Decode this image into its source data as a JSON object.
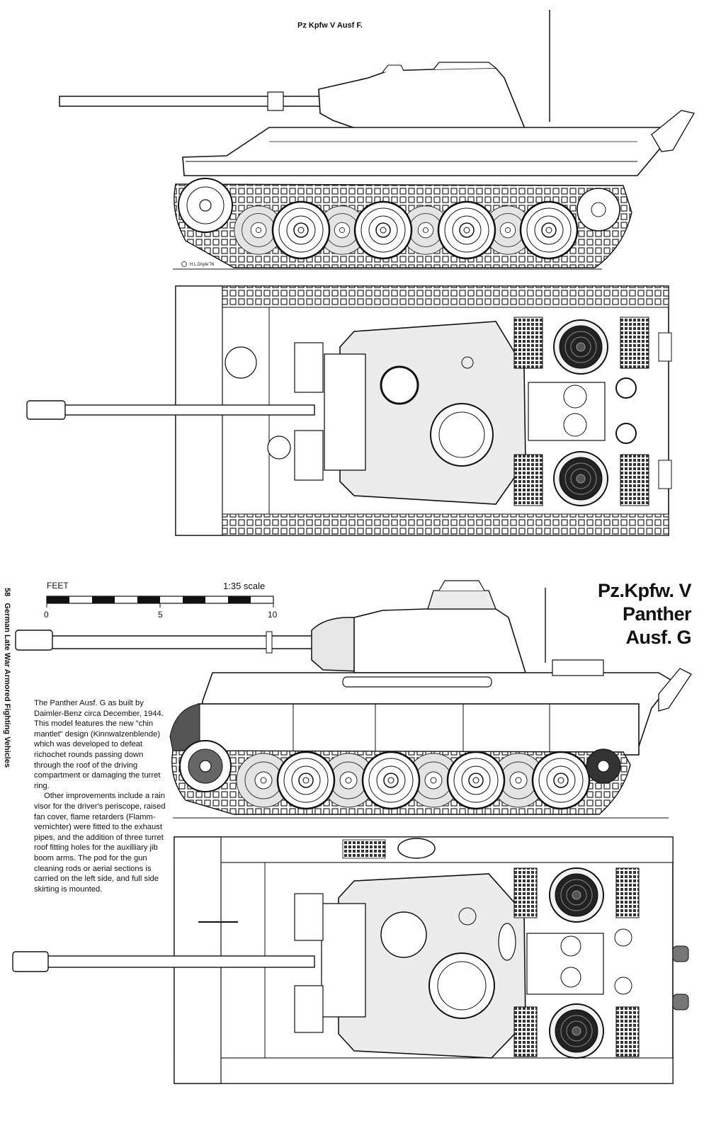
{
  "top_title": "Pz Kpfw V Ausf F.",
  "credit": "H.L.Doyle'76",
  "spine": {
    "page_number": "58",
    "book_title": "German Late War Armored Fighting Vehicles"
  },
  "scale": {
    "unit_label": "FEET",
    "scale_label": "1:35 scale",
    "ticks": [
      "0",
      "5",
      "10"
    ]
  },
  "main_title": {
    "line1": "Pz.Kpfw. V",
    "line2": "Panther",
    "line3": "Ausf. G"
  },
  "caption": {
    "paragraph1": "The Panther Ausf. G as built by Daimler-Benz circa December, 1944. This model features the new \"chin mantlet\" design (Kinnwalzenblende) which was developed to defeat richochet rounds passing down through the roof of the driving compartment or damaging the turret ring.",
    "paragraph2": "Other improvements include a rain visor for the driver's periscope, raised fan cover, flame retarders (Flamm-vernichter) were fitted to the exhaust pipes, and the addition of three turret roof fitting holes for the auxilliary jib boom arms. The pod for the gun cleaning rods or aerial sections is carried on the left side, and full side skirting is mounted."
  }
}
